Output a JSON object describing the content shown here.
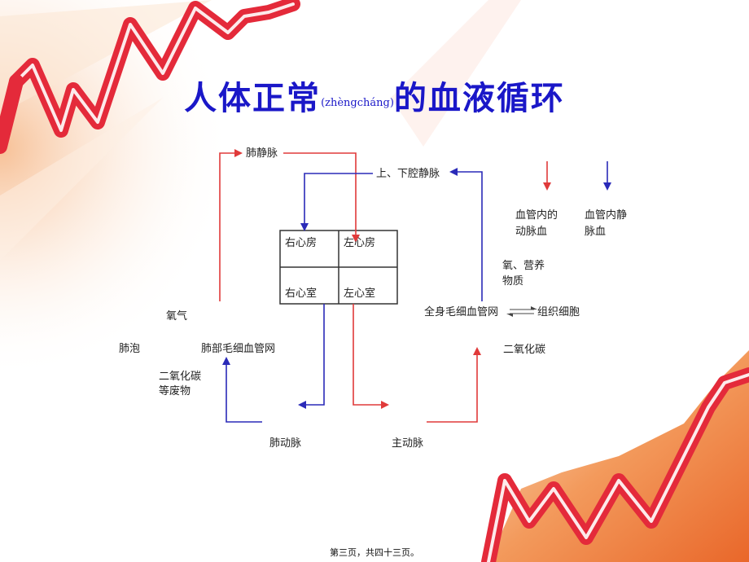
{
  "title": {
    "main_before": "人体正常",
    "pinyin": "(zhèngcháng)",
    "main_after": "的血液循环"
  },
  "diagram": {
    "heart": {
      "right_atrium": "右心房",
      "left_atrium": "左心房",
      "right_ventricle": "右心室",
      "left_ventricle": "左心室"
    },
    "pulmonary_vein": "肺静脉",
    "vena_cava": "上、下腔静脉",
    "pulmonary_artery": "肺动脉",
    "aorta": "主动脉",
    "lung_capillaries": "肺部毛细血管网",
    "alveoli": "肺泡",
    "oxygen": "氧气",
    "co2_waste_line1": "二氧化碳",
    "co2_waste_line2": "等废物",
    "body_capillaries": "全身毛细血管网",
    "tissue_cells": "组织细胞",
    "oxygen_nutrients_line1": "氧、营养",
    "oxygen_nutrients_line2": "物质",
    "co2": "二氧化碳"
  },
  "legend": {
    "arterial_line1": "血管内的",
    "arterial_line2": "动脉血",
    "venous_line1": "血管内静",
    "venous_line2": "脉血"
  },
  "footer": "第三页，共四十三页。",
  "colors": {
    "title": "#1a17c8",
    "arterial": "#e03a3a",
    "venous": "#2a2ab8",
    "ribbon": "#e42a3a"
  }
}
